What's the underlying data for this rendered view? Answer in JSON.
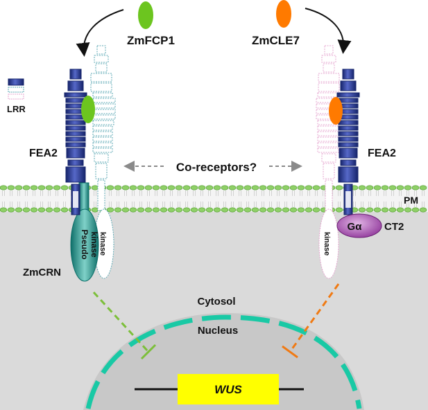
{
  "ligands": {
    "left": "ZmFCP1",
    "right": "ZmCLE7"
  },
  "legend": {
    "label": "LRR"
  },
  "receptors": {
    "left": "FEA2",
    "right": "FEA2"
  },
  "coreceptors_label": "Co-receptors?",
  "membrane_label": "PM",
  "domains": {
    "pseudo_kinase": "Pseudo kinase",
    "pseudo_line1": "Pseudo",
    "pseudo_line2": "kinase",
    "kinase_left": "kinase",
    "kinase_right": "kinase",
    "zmcrn": "ZmCRN",
    "galpha": "Gα",
    "ct2": "CT2"
  },
  "compartments": {
    "cytosol": "Cytosol",
    "nucleus": "Nucleus"
  },
  "gene": "WUS",
  "colors": {
    "ligand_left": "#6cc51f",
    "ligand_right": "#ff7a00",
    "fea2": "#2b3a94",
    "coreceptor_left": "#5aa7b3",
    "coreceptor_right": "#e5a4cf",
    "zmcrn": "#1f8f86",
    "galpha": "#9a3fa1",
    "nuclear_envelope": "#19c9a5",
    "wus_box": "#ffff00",
    "membrane_head": "#8fd067",
    "inhibition_left": "#7cbf3a",
    "inhibition_right": "#f07a13"
  }
}
